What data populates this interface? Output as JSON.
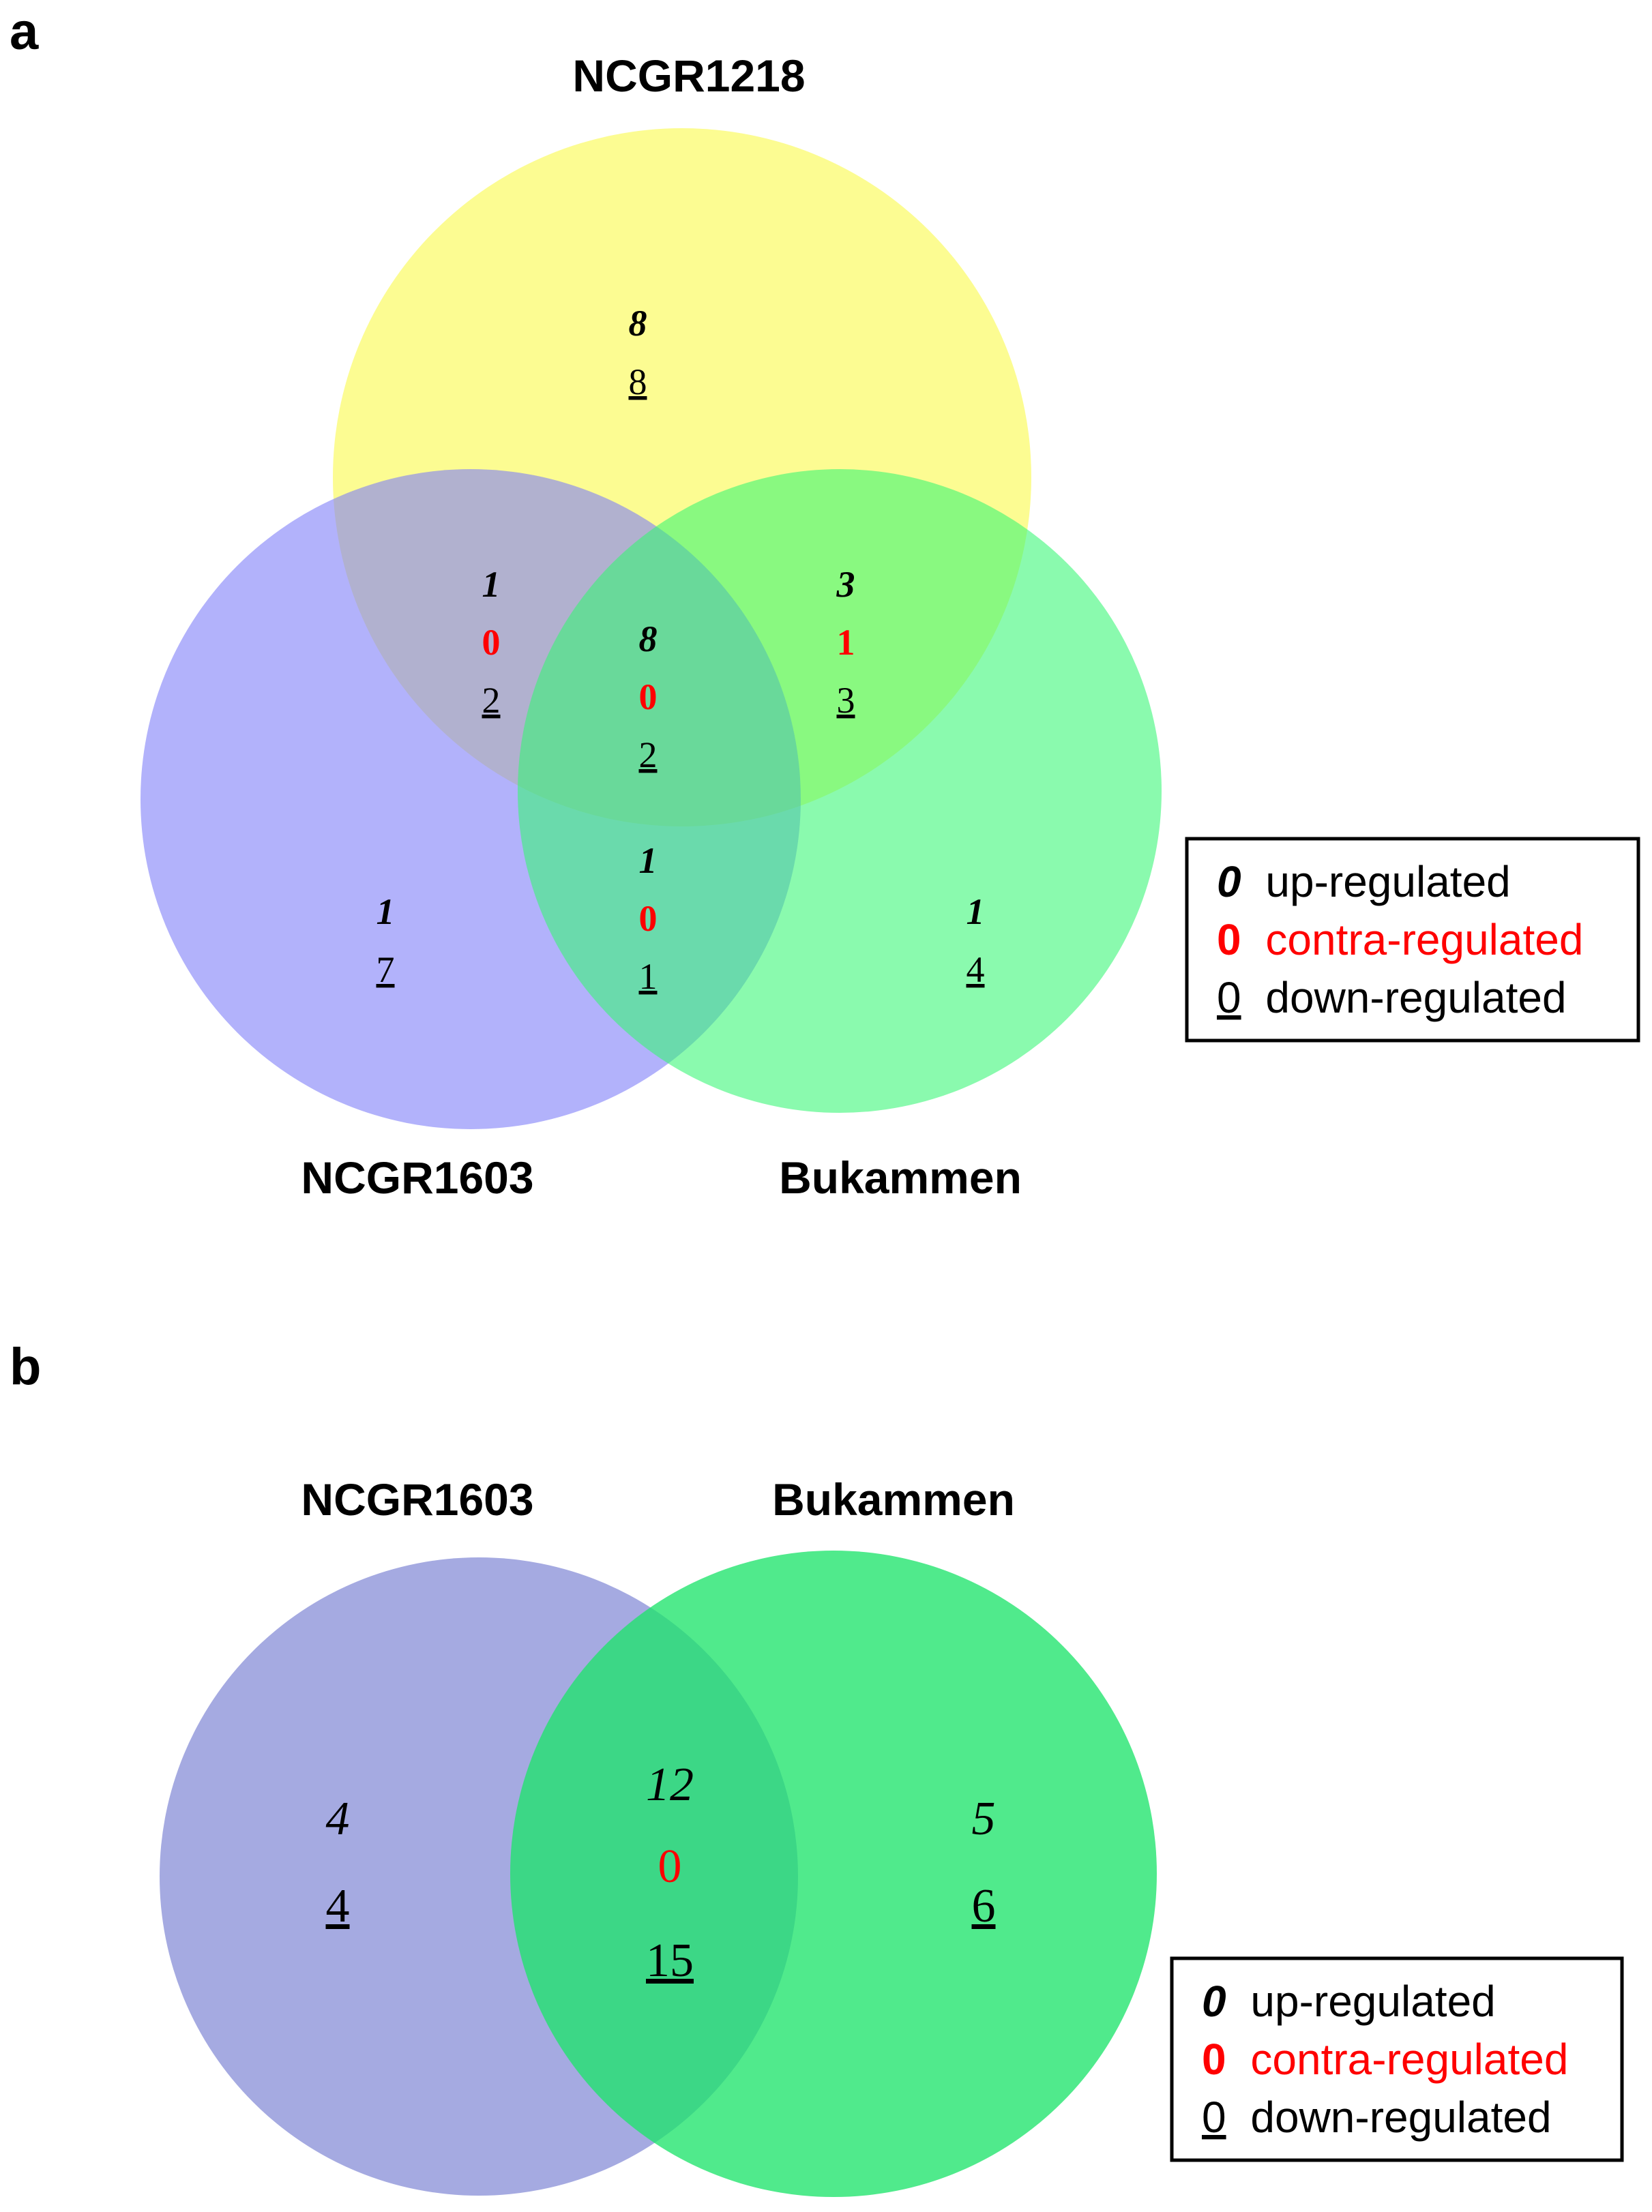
{
  "panel_a": {
    "letter": "a",
    "sets": [
      "NCGR1218",
      "NCGR1603",
      "Bukammen"
    ],
    "regions": {
      "ncgr1218_only": {
        "up": "8",
        "down": "8"
      },
      "ncgr1218_ncgr1603": {
        "up": "1",
        "contra": "0",
        "down": "2"
      },
      "all_three": {
        "up": "8",
        "contra": "0",
        "down": "2"
      },
      "ncgr1218_bukammen": {
        "up": "3",
        "contra": "1",
        "down": "3"
      },
      "ncgr1603_only": {
        "up": "1",
        "down": "7"
      },
      "ncgr1603_bukammen": {
        "up": "1",
        "contra": "0",
        "down": "1"
      },
      "bukammen_only": {
        "up": "1",
        "down": "4"
      }
    },
    "legend": {
      "up_sample": "0",
      "up_label": "up-regulated",
      "contra_sample": "0",
      "contra_label": "contra-regulated",
      "down_sample": "0",
      "down_label": "down-regulated"
    }
  },
  "panel_b": {
    "letter": "b",
    "sets": [
      "NCGR1603",
      "Bukammen"
    ],
    "regions": {
      "ncgr1603_only": {
        "up": "4",
        "down": "4"
      },
      "both": {
        "up": "12",
        "contra": "0",
        "down": "15"
      },
      "bukammen_only": {
        "up": "5",
        "down": "6"
      }
    },
    "legend": {
      "up_sample": "0",
      "up_label": "up-regulated",
      "contra_sample": "0",
      "contra_label": "contra-regulated",
      "down_sample": "0",
      "down_label": "down-regulated"
    }
  },
  "colors": {
    "yellow_circle": "#fbfb7a",
    "blue_circle_a": "#7f7ff8",
    "green_circle_a": "#35f773",
    "blue_circle_b": "#7f86d4",
    "green_circle_b": "#1fe46c",
    "contra": "#ff0000"
  }
}
